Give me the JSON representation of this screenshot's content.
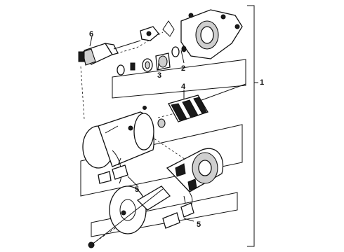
{
  "callouts": [
    {
      "id": "1",
      "label": "1"
    },
    {
      "id": "2",
      "label": "2"
    },
    {
      "id": "3",
      "label": "3"
    },
    {
      "id": "4",
      "label": "4"
    },
    {
      "id": "5a",
      "label": "5"
    },
    {
      "id": "5b",
      "label": "5"
    },
    {
      "id": "6",
      "label": "6"
    }
  ]
}
